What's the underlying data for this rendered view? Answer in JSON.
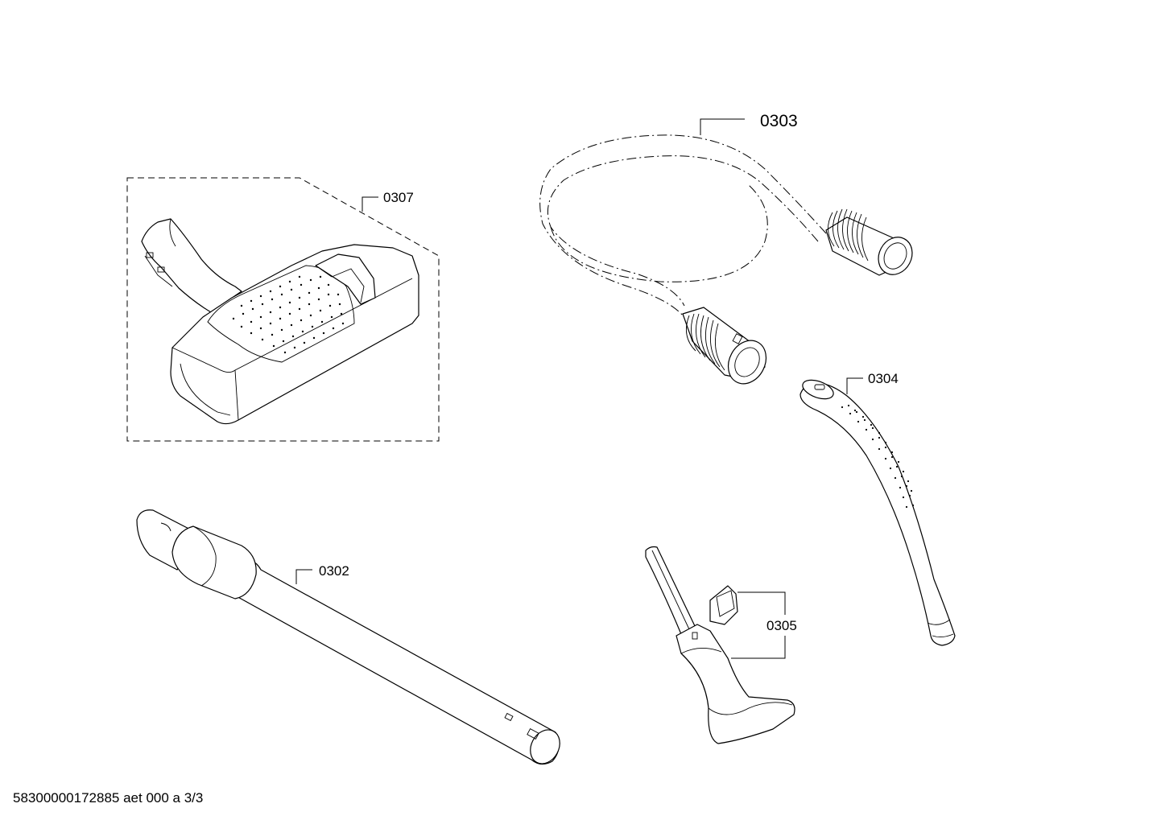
{
  "parts": [
    {
      "id": "p0303",
      "label": "0303"
    },
    {
      "id": "p0307",
      "label": "0307"
    },
    {
      "id": "p0304",
      "label": "0304"
    },
    {
      "id": "p0302",
      "label": "0302"
    },
    {
      "id": "p0305",
      "label": "0305"
    }
  ],
  "footer": {
    "text": "58300000172885 aet 000 a 3/3"
  }
}
